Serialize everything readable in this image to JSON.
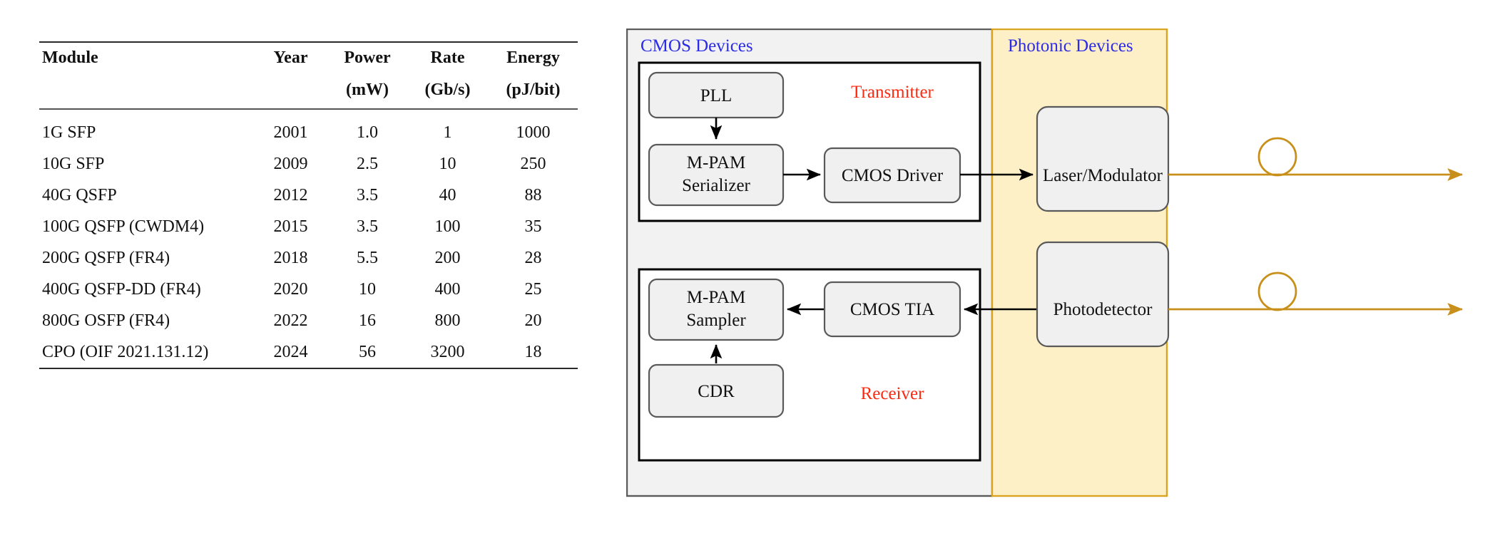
{
  "table": {
    "columns": [
      {
        "header": "Module",
        "unit": ""
      },
      {
        "header": "Year",
        "unit": ""
      },
      {
        "header": "Power",
        "unit": "(mW)"
      },
      {
        "header": "Rate",
        "unit": "(Gb/s)"
      },
      {
        "header": "Energy",
        "unit": "(pJ/bit)"
      }
    ],
    "rows": [
      {
        "module": "1G SFP",
        "year": "2001",
        "power": "1.0",
        "rate": "1",
        "energy": "1000"
      },
      {
        "module": "10G SFP",
        "year": "2009",
        "power": "2.5",
        "rate": "10",
        "energy": "250"
      },
      {
        "module": "40G QSFP",
        "year": "2012",
        "power": "3.5",
        "rate": "40",
        "energy": "88"
      },
      {
        "module": "100G QSFP (CWDM4)",
        "year": "2015",
        "power": "3.5",
        "rate": "100",
        "energy": "35"
      },
      {
        "module": "200G QSFP (FR4)",
        "year": "2018",
        "power": "5.5",
        "rate": "200",
        "energy": "28"
      },
      {
        "module": "400G QSFP-DD (FR4)",
        "year": "2020",
        "power": "10",
        "rate": "400",
        "energy": "25"
      },
      {
        "module": "800G OSFP (FR4)",
        "year": "2022",
        "power": "16",
        "rate": "800",
        "energy": "20"
      },
      {
        "module": "CPO (OIF 2021.131.12)",
        "year": "2024",
        "power": "56",
        "rate": "3200",
        "energy": "18"
      }
    ]
  },
  "diagram": {
    "panels": {
      "cmos": {
        "title": "CMOS Devices",
        "title_color": "#2b2be8",
        "fill": "#f2f2f2",
        "border": "#5a5a5a"
      },
      "photonic": {
        "title": "Photonic Devices",
        "title_color": "#2b2be8",
        "fill": "#fdefc6",
        "border": "#d9a521"
      }
    },
    "sections": {
      "transmitter": {
        "label": "Transmitter",
        "color": "#fc2a10"
      },
      "receiver": {
        "label": "Receiver",
        "color": "#fc2a10"
      }
    },
    "nodes": {
      "pll": "PLL",
      "serializer_line1": "M-PAM",
      "serializer_line2": "Serializer",
      "driver": "CMOS Driver",
      "sampler_line1": "M-PAM",
      "sampler_line2": "Sampler",
      "cdr": "CDR",
      "tia": "CMOS TIA",
      "laser": "Laser/Modulator",
      "photodetector": "Photodetector"
    },
    "optical_color": "#c8901a"
  }
}
